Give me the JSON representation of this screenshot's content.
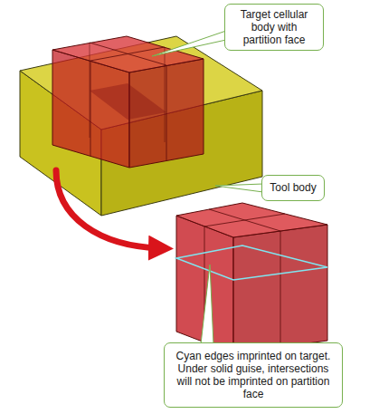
{
  "diagram": {
    "nodes": [
      {
        "text": [
          "Target cellular body with partition face"
        ]
      },
      {
        "text": [
          "Tool body"
        ]
      },
      {
        "text": [
          "Cyan edges imprinted on target. Under solid guise, intersections will not be imprinted on partition face"
        ]
      }
    ]
  }
}
